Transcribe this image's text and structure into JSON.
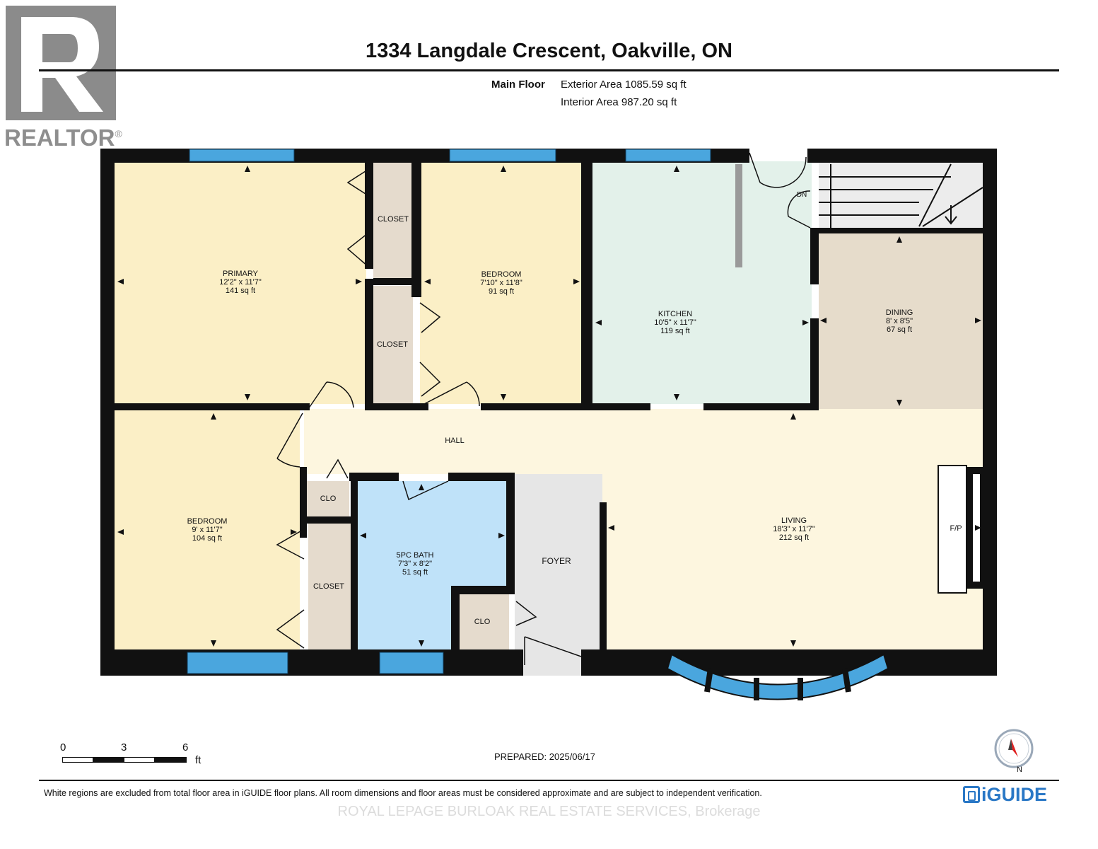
{
  "logo": {
    "realtor_word": "REALTOR",
    "registered": "®"
  },
  "header": {
    "address": "1334 Langdale Crescent, Oakville, ON",
    "floor": "Main Floor",
    "exterior_area": "Exterior Area 1085.59 sq ft",
    "interior_area": "Interior Area 987.20 sq ft"
  },
  "rooms": {
    "primary": {
      "name": "PRIMARY",
      "dims": "12'2\" x 11'7\"",
      "area": "141 sq ft"
    },
    "bedroom_2": {
      "name": "BEDROOM",
      "dims": "7'10\" x 11'8\"",
      "area": "91 sq ft"
    },
    "kitchen": {
      "name": "KITCHEN",
      "dims": "10'5\" x 11'7\"",
      "area": "119 sq ft"
    },
    "dining": {
      "name": "DINING",
      "dims": "8' x 8'5\"",
      "area": "67 sq ft"
    },
    "bedroom_3": {
      "name": "BEDROOM",
      "dims": "9' x 11'7\"",
      "area": "104 sq ft"
    },
    "bath": {
      "name": "5PC BATH",
      "dims": "7'3\" x 8'2\"",
      "area": "51 sq ft"
    },
    "living": {
      "name": "LIVING",
      "dims": "18'3\" x 11'7\"",
      "area": "212 sq ft"
    }
  },
  "labels": {
    "closet_1": "CLOSET",
    "closet_2": "CLOSET",
    "closet_3": "CLOSET",
    "clo_1": "CLO",
    "clo_2": "CLO",
    "hall": "HALL",
    "foyer": "FOYER",
    "fireplace": "F/P",
    "stairs_dn": "DN"
  },
  "colors": {
    "bedroom": "#fbefc6",
    "kitchen": "#e3f1ea",
    "dining": "#e6dccb",
    "bath": "#bfe2f9",
    "hall": "#fdf6df",
    "closet": "#e5dbcd",
    "foyer": "#e6e6e6",
    "wall": "#111111",
    "window": "#4aa6de"
  },
  "scale": {
    "n0": "0",
    "n3": "3",
    "n6": "6",
    "unit": "ft"
  },
  "footer": {
    "prepared": "PREPARED: 2025/06/17",
    "disclaimer": "White regions are excluded from total floor area in iGUIDE floor plans. All room dimensions and floor areas must be considered approximate and are subject to independent verification.",
    "brokerage": "ROYAL LEPAGE BURLOAK REAL ESTATE SERVICES, Brokerage",
    "brand": "iGUIDE",
    "compass_label": "N"
  }
}
